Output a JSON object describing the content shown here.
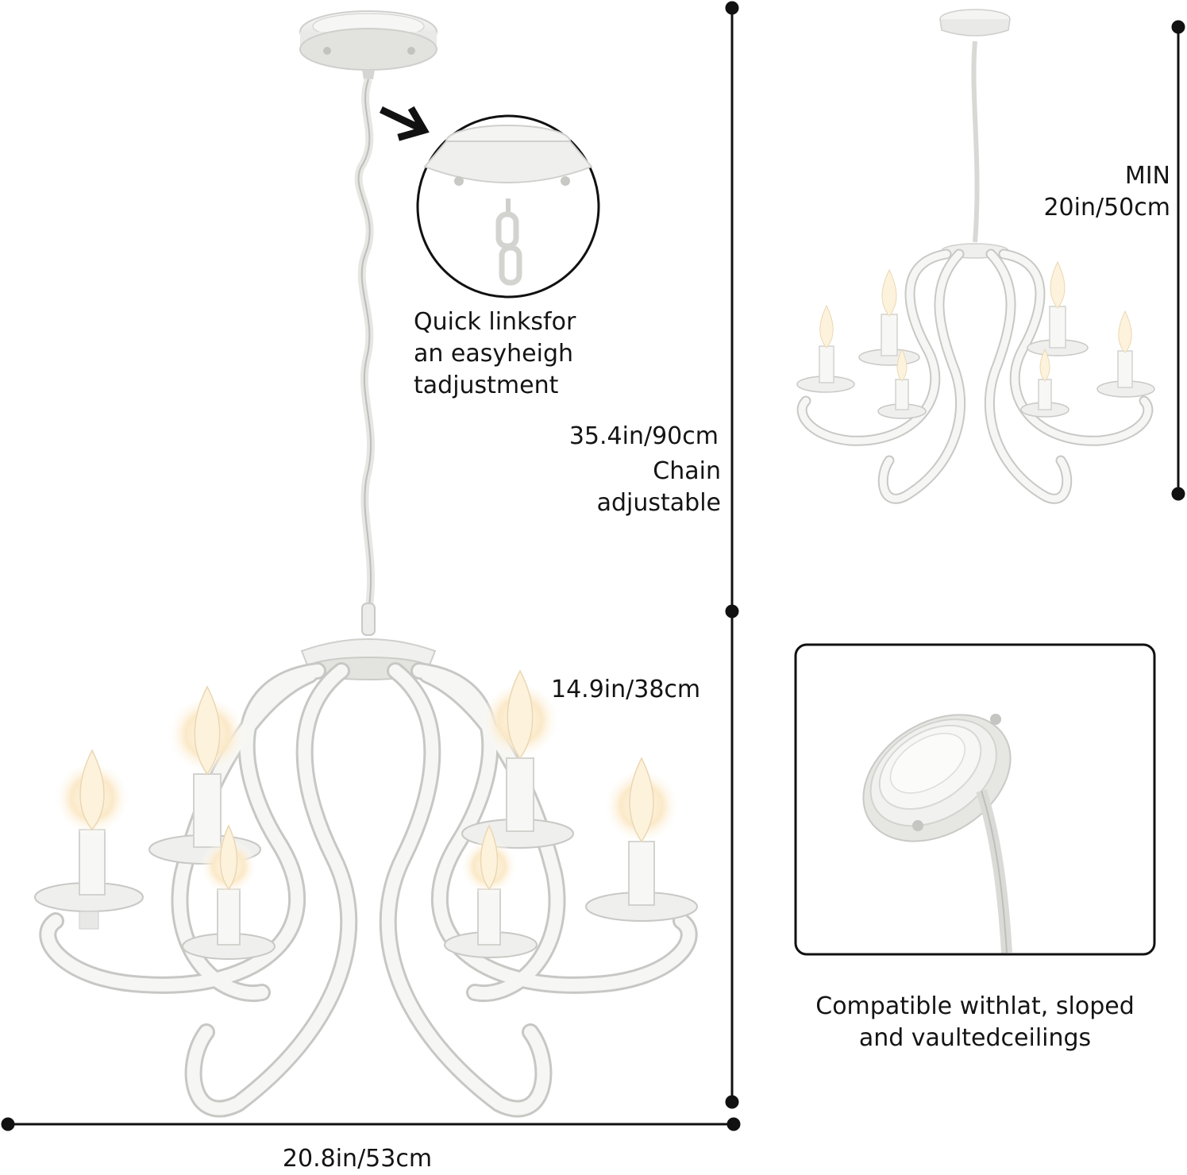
{
  "callouts": {
    "quick_links": "Quick linksfor\nan easyheigh\ntadjustment",
    "compatible": "Compatible withlat, sloped\nand vaultedceilings"
  },
  "dimensions": {
    "chain_length": "35.4in/90cm",
    "chain_note": "Chain\nadjustable",
    "body_height": "14.9in/38cm",
    "width": "20.8in/53cm",
    "min_label": "MIN\n20in/50cm"
  },
  "colors": {
    "fixture_white": "#f4f4f2",
    "fixture_shadow": "#c9c9c6",
    "line_black": "#111111",
    "flame_glow": "#fff3d6"
  }
}
